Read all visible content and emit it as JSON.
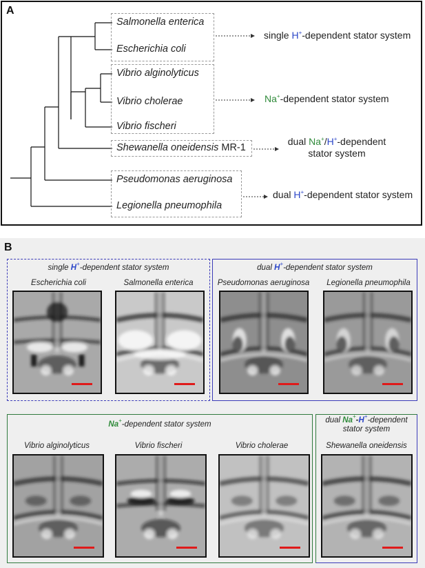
{
  "panel_a": {
    "letter": "A",
    "species": {
      "salmonella": "Salmonella enterica",
      "ecoli": "Escherichia coli",
      "valg": "Vibrio alginolyticus",
      "vchol": "Vibrio cholerae",
      "vfisch": "Vibrio fischeri",
      "shew": "Shewanella oneidensis",
      "shew_strain": "MR-1",
      "pseudo": "Pseudomonas aeruginosa",
      "legion": "Legionella pneumophila"
    },
    "stators": {
      "single_pre": "single ",
      "single_ion": "H",
      "single_sup": "+",
      "single_post": "-dependent stator system",
      "na_ion": "Na",
      "na_sup": "+",
      "na_post": "-dependent stator system",
      "dual_na_pre": "dual ",
      "dual_na_ion": "Na",
      "dual_na_sup": "+",
      "dual_na_slash": "/",
      "dual_na_h": "H",
      "dual_na_hsup": "+",
      "dual_na_post": "-dependent",
      "dual_na_line2": "stator system",
      "dual_h_pre": "dual ",
      "dual_h_ion": "H",
      "dual_h_sup": "+",
      "dual_h_post": "-dependent stator system"
    },
    "colors": {
      "h_ion": "#2b46c8",
      "na_ion": "#2f8a3a"
    }
  },
  "panel_b": {
    "letter": "B",
    "groups": {
      "single_h": {
        "pre": "single ",
        "ion": "H",
        "sup": "+",
        "post": "-dependent stator system"
      },
      "dual_h": {
        "pre": "dual ",
        "ion": "H",
        "sup": "+",
        "post": "-dependent stator system"
      },
      "na": {
        "ion": "Na",
        "sup": "+",
        "post": "-dependent stator system"
      },
      "dual_na_h": {
        "pre": "dual ",
        "ion1": "Na",
        "sup1": "+",
        "dash": "-",
        "ion2": "H",
        "sup2": "+",
        "post": "-dependent",
        "line2": "stator system"
      }
    },
    "images": {
      "ecoli": "Escherichia coli",
      "salmonella": "Salmonella enterica",
      "pseudo": "Pseudomonas aeruginosa",
      "legion": "Legionella pneumophila",
      "valg": "Vibrio alginolyticus",
      "vfisch": "Vibrio fischeri",
      "vchol": "Vibrio cholerae",
      "shew": "Shewanella oneidensis"
    },
    "colors": {
      "h_border": "#3a3ab8",
      "na_border": "#2f7a3d",
      "scale_bar": "#e01a1a"
    }
  }
}
